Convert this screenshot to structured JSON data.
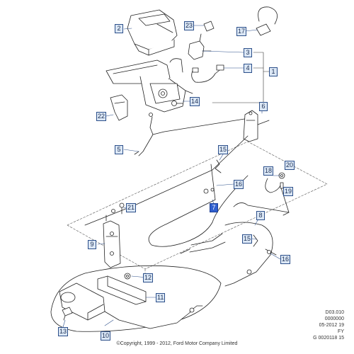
{
  "diagram": {
    "callouts": [
      {
        "id": "c2",
        "label": "2"
      },
      {
        "id": "c23",
        "label": "23"
      },
      {
        "id": "c17",
        "label": "17"
      },
      {
        "id": "c3",
        "label": "3"
      },
      {
        "id": "c4",
        "label": "4"
      },
      {
        "id": "c1",
        "label": "1"
      },
      {
        "id": "c14",
        "label": "14"
      },
      {
        "id": "c22",
        "label": "22"
      },
      {
        "id": "c6",
        "label": "6"
      },
      {
        "id": "c5",
        "label": "5"
      },
      {
        "id": "c15a",
        "label": "15"
      },
      {
        "id": "c18",
        "label": "18"
      },
      {
        "id": "c20",
        "label": "20"
      },
      {
        "id": "c16a",
        "label": "16"
      },
      {
        "id": "c19",
        "label": "19"
      },
      {
        "id": "c7",
        "label": "7"
      },
      {
        "id": "c21",
        "label": "21"
      },
      {
        "id": "c8",
        "label": "8"
      },
      {
        "id": "c9",
        "label": "9"
      },
      {
        "id": "c15b",
        "label": "15"
      },
      {
        "id": "c16b",
        "label": "16"
      },
      {
        "id": "c12",
        "label": "12"
      },
      {
        "id": "c11",
        "label": "11"
      },
      {
        "id": "c13",
        "label": "13"
      },
      {
        "id": "c10",
        "label": "10"
      }
    ],
    "highlight_color": "#2f5fcf",
    "callout_color": "#dbe7f5"
  },
  "meta": {
    "line1": "D03.010",
    "line2": "0000000",
    "line3": "05-2012 19",
    "line4": "FY",
    "line5": "G 0020118 15"
  },
  "footer": {
    "copyright": "©Copyright, 1999 - 2012, Ford Motor Company Limited"
  }
}
